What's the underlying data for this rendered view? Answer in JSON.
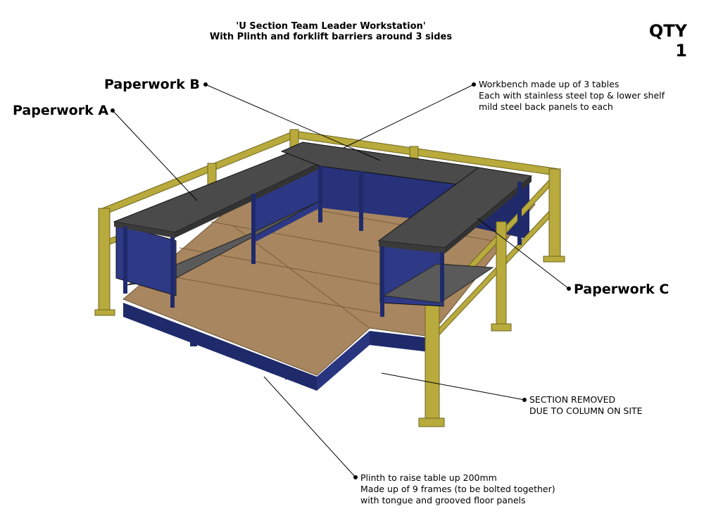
{
  "title": {
    "line1": "'U Section Team Leader Workstation'",
    "line2": "With Plinth and forklift barriers around 3 sides"
  },
  "qty": {
    "label": "QTY",
    "value": "1"
  },
  "labels": {
    "paperwork_a": "Paperwork A",
    "paperwork_b": "Paperwork B",
    "paperwork_c": "Paperwork C"
  },
  "notes": {
    "workbench": [
      "Workbench made up of 3 tables",
      "Each with stainless steel top & lower shelf",
      "mild steel back panels to each"
    ],
    "section_removed": [
      "SECTION REMOVED",
      "DUE TO COLUMN ON SITE"
    ],
    "plinth": [
      "Plinth to raise table up 200mm",
      "Made up of 9 frames (to be bolted together)",
      "with tongue and grooved floor panels"
    ]
  },
  "colors": {
    "barrier": "#b8aa3c",
    "frame": "#1f2a6b",
    "table_top": "#4a4a4a",
    "floor": "#a8865f"
  }
}
